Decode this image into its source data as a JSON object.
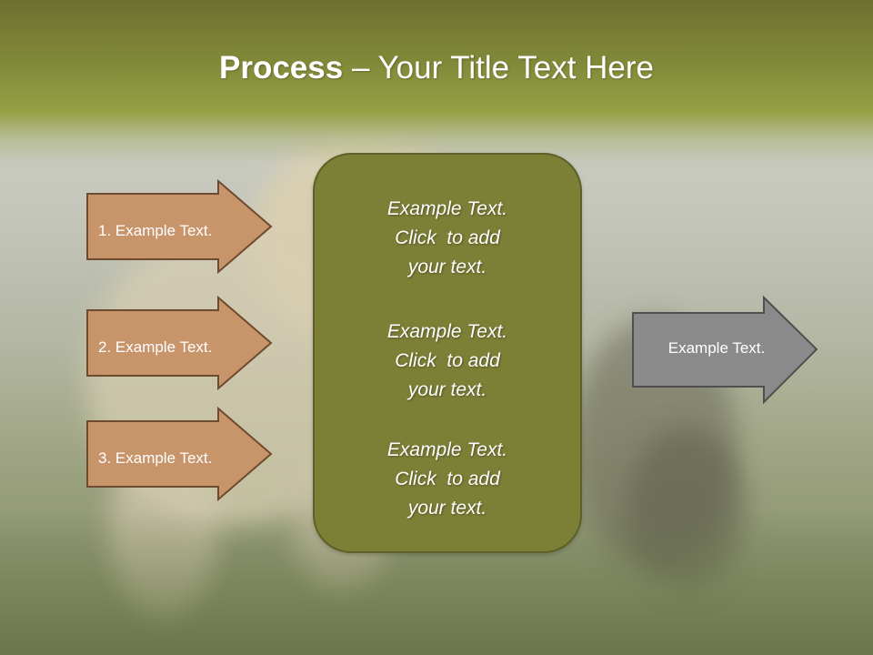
{
  "slide": {
    "title_strong": "Process",
    "title_rest": " – Your Title Text Here"
  },
  "colors": {
    "header": "#7f8738",
    "box_fill": "#7c7f36",
    "left_arrow_fill": "#c8946a",
    "right_arrow_fill": "#8a8a8a"
  },
  "left_steps": [
    {
      "label": "1. Example Text."
    },
    {
      "label": "2. Example Text."
    },
    {
      "label": "3. Example Text."
    }
  ],
  "center_blocks": [
    {
      "lines": [
        "Example Text.",
        "Click  to add",
        "your text."
      ]
    },
    {
      "lines": [
        "Example Text.",
        "Click  to add",
        "your text."
      ]
    },
    {
      "lines": [
        "Example Text.",
        "Click  to add",
        "your text."
      ]
    }
  ],
  "right_output": {
    "label": "Example Text."
  }
}
